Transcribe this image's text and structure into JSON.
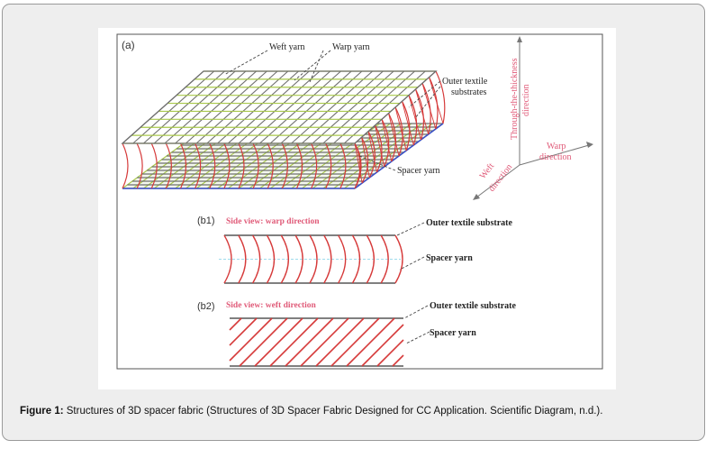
{
  "figure": {
    "panel_a_label": "(a)",
    "panel_b1_label": "(b1)",
    "panel_b2_label": "(b2)",
    "labels": {
      "weft_yarn": "Weft yarn",
      "warp_yarn": "Warp yarn",
      "outer_substrates_line1": "Outer textile",
      "outer_substrates_line2": "substrates",
      "spacer_yarn": "Spacer yarn",
      "b1_title": "Side view: warp direction",
      "b1_outer": "Outer textile substrate",
      "b1_spacer": "Spacer yarn",
      "b2_title": "Side view: weft direction",
      "b2_outer": "Outer textile substrate",
      "b2_spacer": "Spacer yarn",
      "axis_thickness_line1": "Through-the-thickness",
      "axis_thickness_line2": "direction",
      "axis_warp_line1": "Warp",
      "axis_warp_line2": "direction",
      "axis_weft_line1": "Weft",
      "axis_weft_line2": "direction"
    }
  },
  "caption": {
    "label": "Figure 1:",
    "text": " Structures of 3D spacer fabric (Structures of 3D Spacer Fabric Designed for CC Application. Scientific Diagram, n.d.)."
  },
  "colors": {
    "card_bg": "#eeeeee",
    "grid_gray": "#6e6e6e",
    "weft_green": "#a8c84a",
    "spacer_red": "#d63a3a",
    "blue_edge": "#3a4fc8",
    "title_pink": "#e05a78",
    "cyan_mid": "#7fd0e6"
  }
}
